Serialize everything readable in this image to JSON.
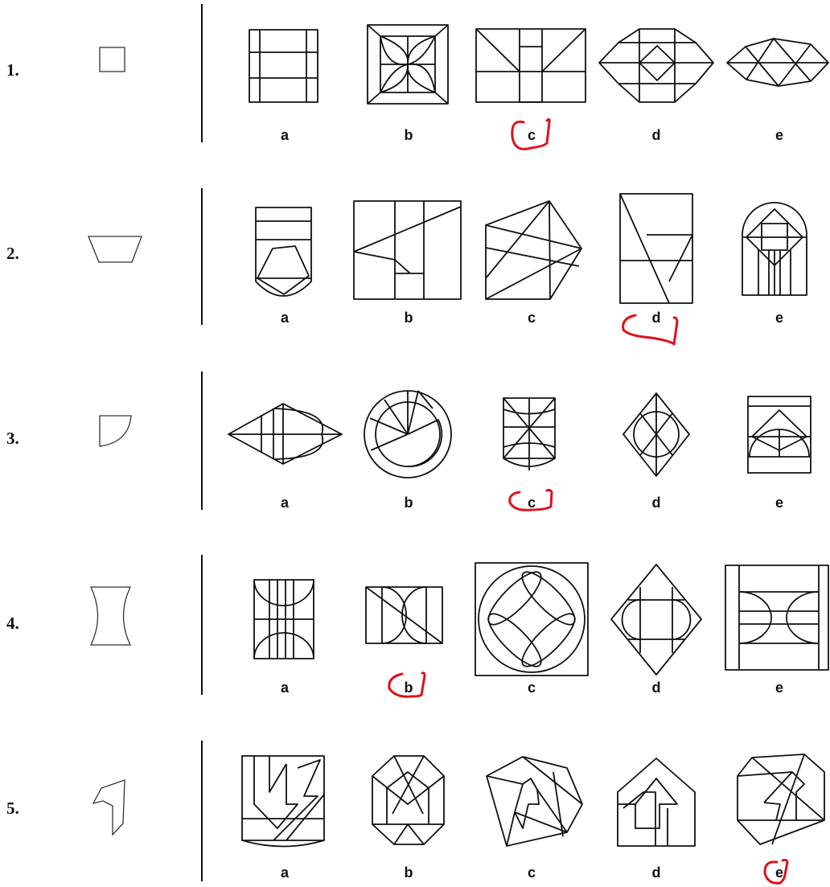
{
  "questions": [
    {
      "number": "1.",
      "options": [
        "a",
        "b",
        "c",
        "d",
        "e"
      ],
      "circled": "c"
    },
    {
      "number": "2.",
      "options": [
        "a",
        "b",
        "c",
        "d",
        "e"
      ],
      "circled": "d"
    },
    {
      "number": "3.",
      "options": [
        "a",
        "b",
        "c",
        "d",
        "e"
      ],
      "circled": "c"
    },
    {
      "number": "4.",
      "options": [
        "a",
        "b",
        "c",
        "d",
        "e"
      ],
      "circled": "b"
    },
    {
      "number": "5.",
      "options": [
        "a",
        "b",
        "c",
        "d",
        "e"
      ],
      "circled": "e"
    }
  ],
  "colors": {
    "ink": "#111111",
    "annotation": "#e0101a",
    "background": "#ffffff"
  }
}
